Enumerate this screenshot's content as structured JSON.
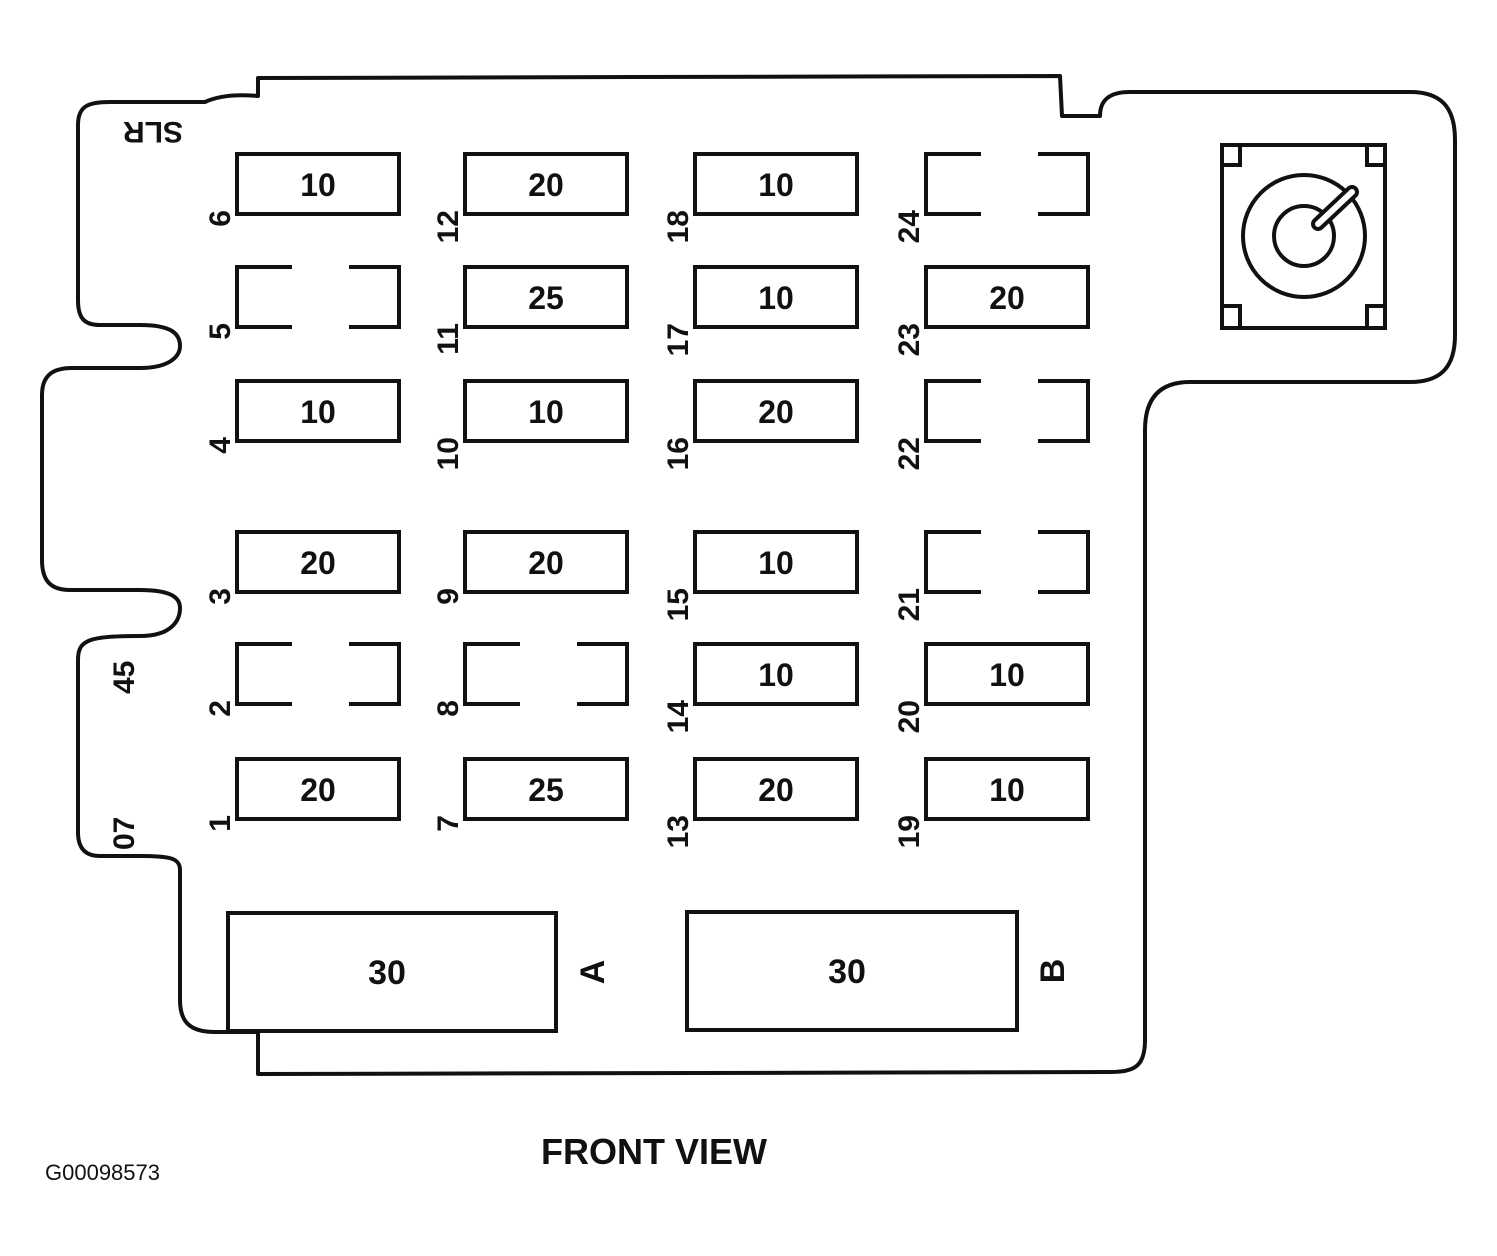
{
  "caption": "FRONT VIEW",
  "figure_code": "G00098573",
  "edge_labels": {
    "top_left": "SLR",
    "mid_left": "45",
    "low_left": "07"
  },
  "fuses": [
    {
      "num": "1",
      "amps": "20"
    },
    {
      "num": "2",
      "amps": ""
    },
    {
      "num": "3",
      "amps": "20"
    },
    {
      "num": "4",
      "amps": "10"
    },
    {
      "num": "5",
      "amps": ""
    },
    {
      "num": "6",
      "amps": "10"
    },
    {
      "num": "7",
      "amps": "25"
    },
    {
      "num": "8",
      "amps": ""
    },
    {
      "num": "9",
      "amps": "20"
    },
    {
      "num": "10",
      "amps": "10"
    },
    {
      "num": "11",
      "amps": "25"
    },
    {
      "num": "12",
      "amps": "20"
    },
    {
      "num": "13",
      "amps": "20"
    },
    {
      "num": "14",
      "amps": "10"
    },
    {
      "num": "15",
      "amps": "10"
    },
    {
      "num": "16",
      "amps": "20"
    },
    {
      "num": "17",
      "amps": "10"
    },
    {
      "num": "18",
      "amps": "10"
    },
    {
      "num": "19",
      "amps": "10"
    },
    {
      "num": "20",
      "amps": "10"
    },
    {
      "num": "21",
      "amps": ""
    },
    {
      "num": "22",
      "amps": ""
    },
    {
      "num": "23",
      "amps": "20"
    },
    {
      "num": "24",
      "amps": ""
    }
  ],
  "maxi_fuses": [
    {
      "label": "A",
      "amps": "30"
    },
    {
      "label": "B",
      "amps": "30"
    }
  ]
}
